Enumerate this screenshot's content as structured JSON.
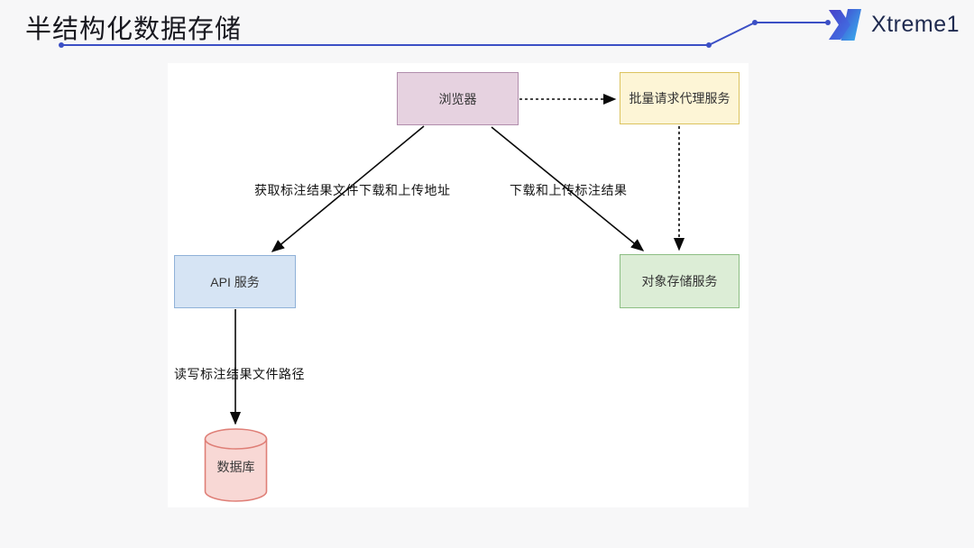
{
  "page": {
    "title": "半结构化数据存储"
  },
  "logo": {
    "text": "Xtreme1"
  },
  "diagram": {
    "nodes": {
      "browser": {
        "label": "浏览器"
      },
      "proxy": {
        "label": "批量请求代理服务"
      },
      "api": {
        "label": "API 服务"
      },
      "storage": {
        "label": "对象存储服务"
      },
      "database": {
        "label": "数据库"
      }
    },
    "edges": {
      "browser_api": {
        "label": "获取标注结果文件下载和上传地址",
        "style": "solid"
      },
      "browser_storage": {
        "label": "下载和上传标注结果",
        "style": "solid"
      },
      "browser_proxy": {
        "label": "",
        "style": "dashed"
      },
      "proxy_storage": {
        "label": "",
        "style": "dashed"
      },
      "api_database": {
        "label": "读写标注结果文件路径",
        "style": "solid"
      }
    }
  },
  "colors": {
    "accent-blue": "#3b4fc5",
    "page-bg": "#f7f7f8",
    "panel-bg": "#ffffff",
    "title-color": "#18181f",
    "logo-text": "#202b50",
    "browser-fill": "#e6d2e0",
    "browser-stroke": "#b18dac",
    "proxy-fill": "#fdf5d6",
    "proxy-stroke": "#dcc35f",
    "api-fill": "#d6e4f4",
    "api-stroke": "#8fb1d8",
    "storage-fill": "#dcedd6",
    "storage-stroke": "#8cbe83",
    "db-fill": "#f8d8d5",
    "db-stroke": "#df7f77",
    "edge-color": "#0a0a0a"
  }
}
